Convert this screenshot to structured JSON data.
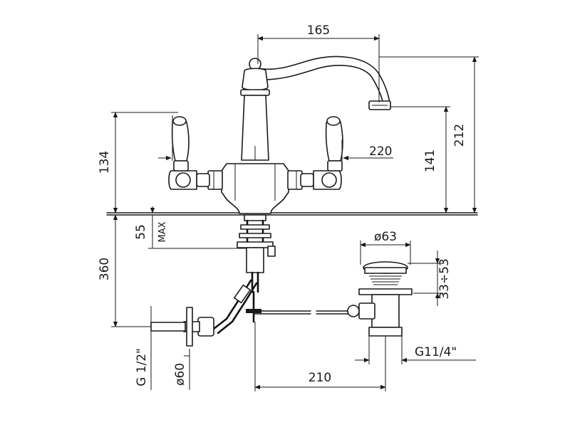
{
  "dimensions": {
    "spout_reach": "165",
    "total_height": "212",
    "spout_height": "141",
    "handle_height": "134",
    "handle_span": "220",
    "max_label": "MAX",
    "deck_thickness": "55",
    "hose_length": "360",
    "waste_diameter": "ø63",
    "waste_height": "33÷53",
    "center_distance": "210",
    "inlet_thread": "G 1/2\"",
    "escutcheon_diameter": "ø60",
    "waste_thread": "G11/4\""
  }
}
